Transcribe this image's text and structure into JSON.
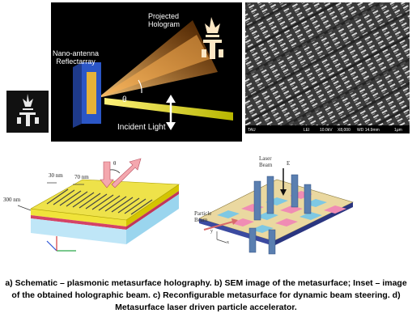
{
  "panel_a": {
    "projected_hologram": [
      "Projected",
      "Hologram"
    ],
    "reflectarray": [
      "Nano-antenna",
      "Reflectarray"
    ],
    "theta": "θ",
    "incident_light": "Incident Light"
  },
  "panel_b": {
    "footer": {
      "org": "TAU",
      "detector": "LEI",
      "kv": "10.0kV",
      "mag": "X8,000",
      "wd": "WD 14.9mm",
      "scale": "1μm"
    }
  },
  "panel_c": {
    "dim_30": "30 nm",
    "dim_70": "70 nm",
    "dim_300": "300 nm",
    "theta": "θ"
  },
  "panel_d": {
    "laser_beam": [
      "Laser",
      "Beam"
    ],
    "e_field": "E",
    "particle_beam": [
      "Particle",
      "Beam"
    ],
    "axis_x": "x",
    "axis_y": "y"
  },
  "caption": "a) Schematic – plasmonic metasurface holography. b) SEM image of the metasurface; Inset – image of the obtained holographic beam. c) Reconfigurable metasurface for dynamic beam steering. d) Metasurface laser driven particle accelerator."
}
